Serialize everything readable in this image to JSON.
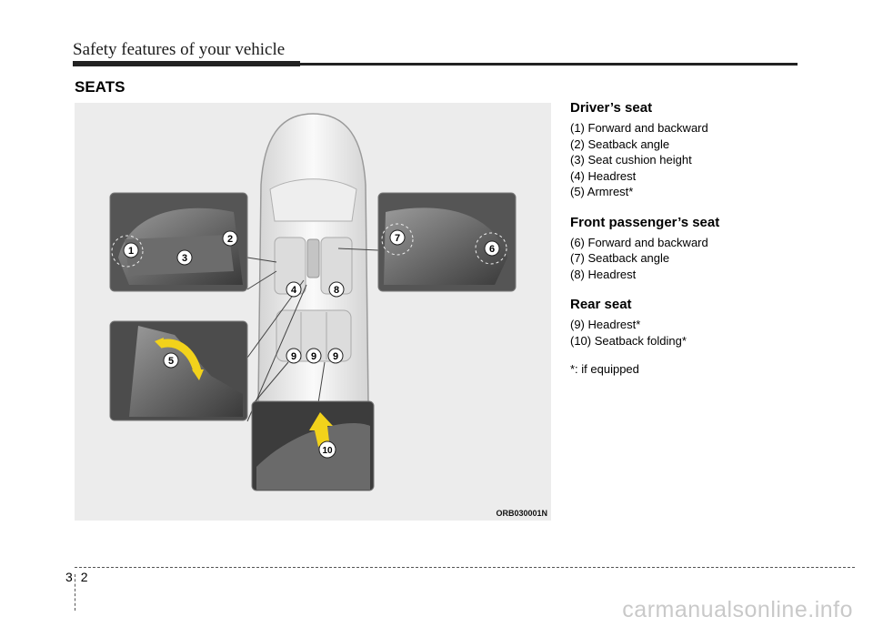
{
  "header": {
    "title": "Safety features of your vehicle"
  },
  "section": {
    "heading": "SEATS"
  },
  "figure": {
    "code": "ORB030001N",
    "callouts": [
      "1",
      "2",
      "3",
      "4",
      "5",
      "6",
      "7",
      "8",
      "9",
      "10"
    ]
  },
  "driver": {
    "title": "Driver’s seat",
    "items": [
      "(1) Forward and backward",
      "(2) Seatback angle",
      "(3) Seat cushion height",
      "(4) Headrest",
      "(5) Armrest*"
    ]
  },
  "passenger": {
    "title": "Front passenger’s seat",
    "items": [
      "(6) Forward and backward",
      "(7) Seatback angle",
      "(8) Headrest"
    ]
  },
  "rear": {
    "title": "Rear seat",
    "items": [
      "(9) Headrest*",
      "(10) Seatback folding*"
    ]
  },
  "note": "*: if equipped",
  "footer": {
    "chapter": "3",
    "page": "2"
  },
  "watermark": "carmanualsonline.info",
  "colors": {
    "callout_fill": "#ffffff",
    "arrow_yellow": "#f2d21b",
    "rule": "#222222"
  }
}
